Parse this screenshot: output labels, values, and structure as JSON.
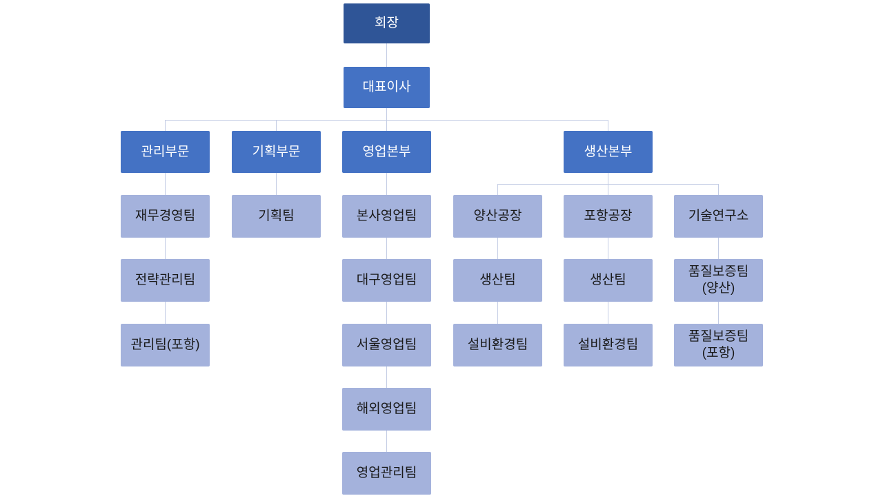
{
  "colors": {
    "root": "#2F5597",
    "branch": "#4472C4",
    "leaf": "#A4B2DC",
    "line": "#C3CCE4",
    "text_light": "#FFFFFF",
    "text_dark": "#1A1A1A"
  },
  "nodes": {
    "chairman": {
      "label": "회장"
    },
    "ceo": {
      "label": "대표이사"
    },
    "mgmt_div": {
      "label": "관리부문"
    },
    "planning_div": {
      "label": "기획부문"
    },
    "sales_hq": {
      "label": "영업본부"
    },
    "production_hq": {
      "label": "생산본부"
    },
    "finance_team": {
      "label": "재무경영팀"
    },
    "strategy_team": {
      "label": "전략관리팀"
    },
    "mgmt_team_pohang": {
      "label": "관리팀(포항)"
    },
    "planning_team": {
      "label": "기획팀"
    },
    "hq_sales_team": {
      "label": "본사영업팀"
    },
    "daegu_sales_team": {
      "label": "대구영업팀"
    },
    "seoul_sales_team": {
      "label": "서울영업팀"
    },
    "overseas_sales_team": {
      "label": "해외영업팀"
    },
    "sales_admin_team": {
      "label": "영업관리팀"
    },
    "yangsan_plant": {
      "label": "양산공장"
    },
    "yangsan_production_team": {
      "label": "생산팀"
    },
    "yangsan_facility_team": {
      "label": "설비환경팀"
    },
    "pohang_plant": {
      "label": "포항공장"
    },
    "pohang_production_team": {
      "label": "생산팀"
    },
    "pohang_facility_team": {
      "label": "설비환경팀"
    },
    "tech_research_center": {
      "label": "기술연구소"
    },
    "qa_team_yangsan": {
      "label": "품질보증팀\n(양산)"
    },
    "qa_team_pohang": {
      "label": "품질보증팀\n(포항)"
    }
  }
}
